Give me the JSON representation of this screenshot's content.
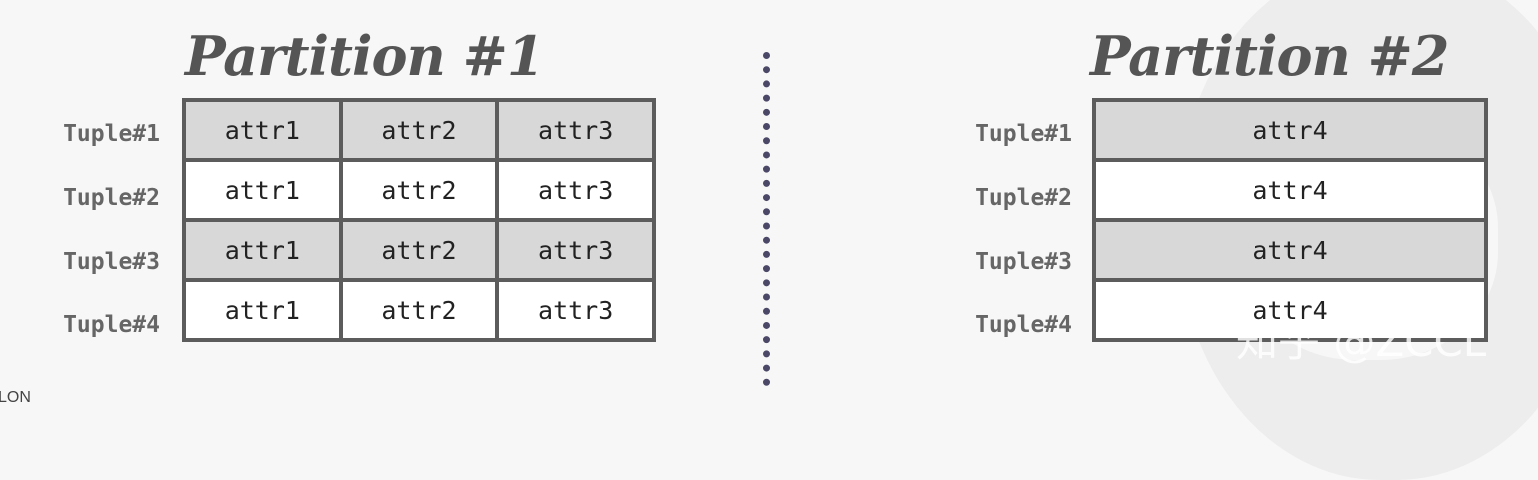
{
  "partition1": {
    "title": "Partition #1",
    "rows": [
      {
        "label": "Tuple#1",
        "cells": [
          "attr1",
          "attr2",
          "attr3"
        ]
      },
      {
        "label": "Tuple#2",
        "cells": [
          "attr1",
          "attr2",
          "attr3"
        ]
      },
      {
        "label": "Tuple#3",
        "cells": [
          "attr1",
          "attr2",
          "attr3"
        ]
      },
      {
        "label": "Tuple#4",
        "cells": [
          "attr1",
          "attr2",
          "attr3"
        ]
      }
    ]
  },
  "partition2": {
    "title": "Partition #2",
    "rows": [
      {
        "label": "Tuple#1",
        "cells": [
          "attr4"
        ]
      },
      {
        "label": "Tuple#2",
        "cells": [
          "attr4"
        ]
      },
      {
        "label": "Tuple#3",
        "cells": [
          "attr4"
        ]
      },
      {
        "label": "Tuple#4",
        "cells": [
          "attr4"
        ]
      }
    ]
  },
  "footer": {
    "corner_text": "LON"
  },
  "watermark": "知乎 @ZCCL",
  "colors": {
    "shaded_row": "#d8d8d8",
    "plain_row": "#ffffff",
    "border": "#5c5c5c",
    "divider": "#4a4866"
  }
}
